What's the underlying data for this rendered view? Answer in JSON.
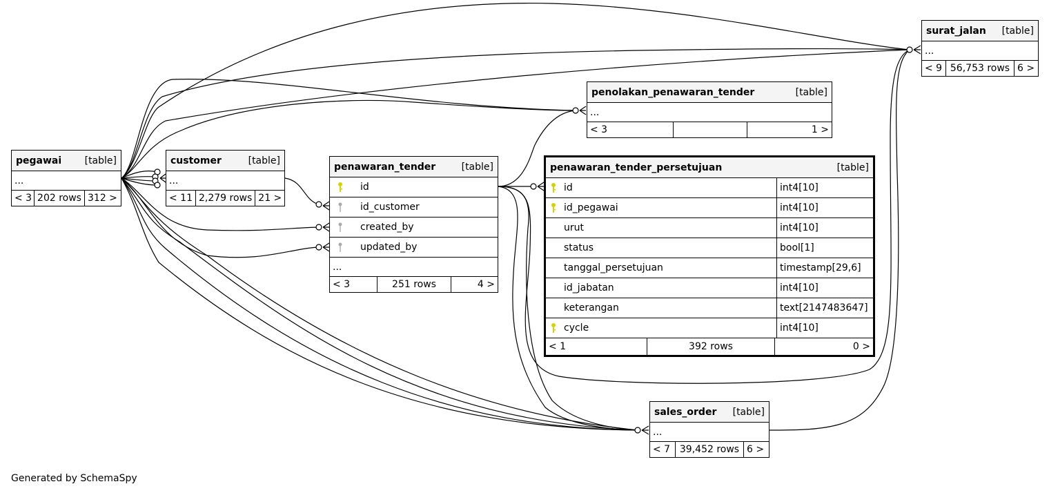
{
  "tables": {
    "pegawai": {
      "name": "pegawai",
      "kind": "[table]",
      "ellipsis": "...",
      "footer": {
        "parents": "< 3",
        "rows": "202 rows",
        "children": "312 >"
      }
    },
    "customer": {
      "name": "customer",
      "kind": "[table]",
      "ellipsis": "...",
      "footer": {
        "parents": "< 11",
        "rows": "2,279 rows",
        "children": "21 >"
      }
    },
    "penawaran_tender": {
      "name": "penawaran_tender",
      "kind": "[table]",
      "columns": [
        {
          "name": "id",
          "key": "primary"
        },
        {
          "name": "id_customer",
          "key": "foreign"
        },
        {
          "name": "created_by",
          "key": "foreign"
        },
        {
          "name": "updated_by",
          "key": "foreign"
        }
      ],
      "ellipsis": "...",
      "footer": {
        "parents": "< 3",
        "rows": "251 rows",
        "children": "4 >"
      }
    },
    "penolakan_penawaran_tender": {
      "name": "penolakan_penawaran_tender",
      "kind": "[table]",
      "ellipsis": "...",
      "footer": {
        "parents": "< 3",
        "rows": "",
        "children": "1 >"
      }
    },
    "penawaran_tender_persetujuan": {
      "name": "penawaran_tender_persetujuan",
      "kind": "[table]",
      "columns": [
        {
          "name": "id",
          "type": "int4[10]",
          "key": "primary"
        },
        {
          "name": "id_pegawai",
          "type": "int4[10]",
          "key": "primary"
        },
        {
          "name": "urut",
          "type": "int4[10]",
          "key": ""
        },
        {
          "name": "status",
          "type": "bool[1]",
          "key": ""
        },
        {
          "name": "tanggal_persetujuan",
          "type": "timestamp[29,6]",
          "key": ""
        },
        {
          "name": "id_jabatan",
          "type": "int4[10]",
          "key": ""
        },
        {
          "name": "keterangan",
          "type": "text[2147483647]",
          "key": ""
        },
        {
          "name": "cycle",
          "type": "int4[10]",
          "key": "primary"
        }
      ],
      "footer": {
        "parents": "< 1",
        "rows": "392 rows",
        "children": "0 >"
      }
    },
    "surat_jalan": {
      "name": "surat_jalan",
      "kind": "[table]",
      "ellipsis": "...",
      "footer": {
        "parents": "< 9",
        "rows": "56,753 rows",
        "children": "6 >"
      }
    },
    "sales_order": {
      "name": "sales_order",
      "kind": "[table]",
      "ellipsis": "...",
      "footer": {
        "parents": "< 7",
        "rows": "39,452 rows",
        "children": "6 >"
      }
    }
  },
  "colors": {
    "primary_key": "#d4d400",
    "foreign_key": "#aaaaaa",
    "header_bg": "#f4f4f4"
  },
  "generated_by": "Generated by SchemaSpy"
}
